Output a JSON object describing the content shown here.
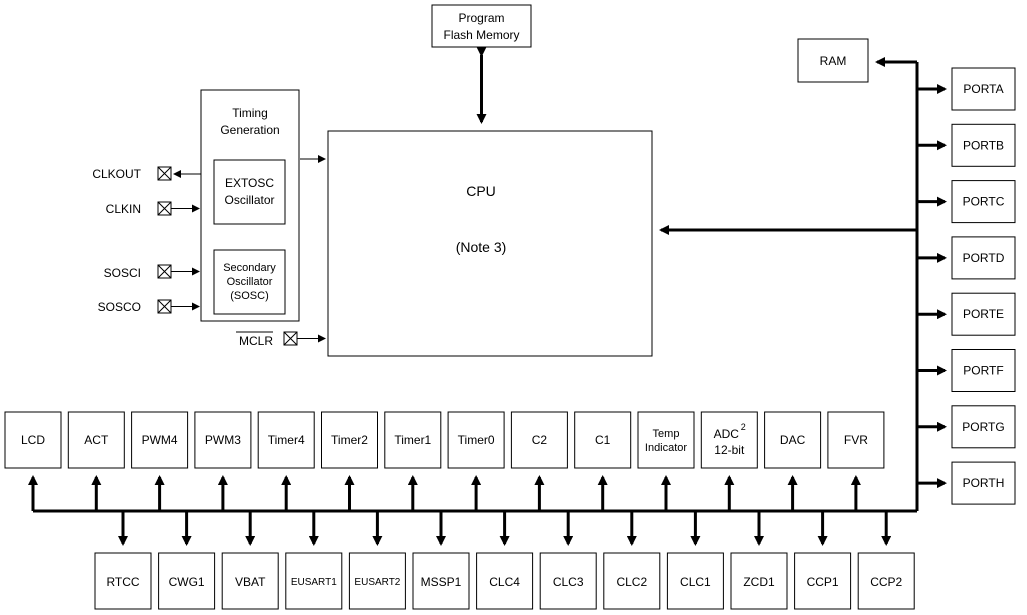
{
  "program_flash": {
    "line1": "Program",
    "line2": "Flash Memory"
  },
  "ram": "RAM",
  "timing": {
    "title1": "Timing",
    "title2": "Generation",
    "extosc1": "EXTOSC",
    "extosc2": "Oscillator",
    "sosc1": "Secondary",
    "sosc2": "Oscillator",
    "sosc3": "(SOSC)"
  },
  "cpu": {
    "title": "CPU",
    "note": "(Note 3)"
  },
  "pins": {
    "clkout": "CLKOUT",
    "clkin": "CLKIN",
    "sosci": "SOSCI",
    "sosco": "SOSCO",
    "mclr": "MCLR"
  },
  "ports": [
    "PORTA",
    "PORTB",
    "PORTC",
    "PORTD",
    "PORTE",
    "PORTF",
    "PORTG",
    "PORTH"
  ],
  "top_peripherals": [
    "LCD",
    "ACT",
    "PWM4",
    "PWM3",
    "Timer4",
    "Timer2",
    "Timer1",
    "Timer0",
    "C2",
    "C1",
    "Temp Indicator",
    "ADC 12-bit",
    "DAC",
    "FVR"
  ],
  "temp_indicator": {
    "line1": "Temp",
    "line2": "Indicator"
  },
  "adc": {
    "line1": "ADC",
    "sup": "2",
    "line2": "12-bit"
  },
  "bottom_peripherals": [
    "RTCC",
    "CWG1",
    "VBAT",
    "EUSART1",
    "EUSART2",
    "MSSP1",
    "CLC4",
    "CLC3",
    "CLC2",
    "CLC1",
    "ZCD1",
    "CCP1",
    "CCP2"
  ]
}
